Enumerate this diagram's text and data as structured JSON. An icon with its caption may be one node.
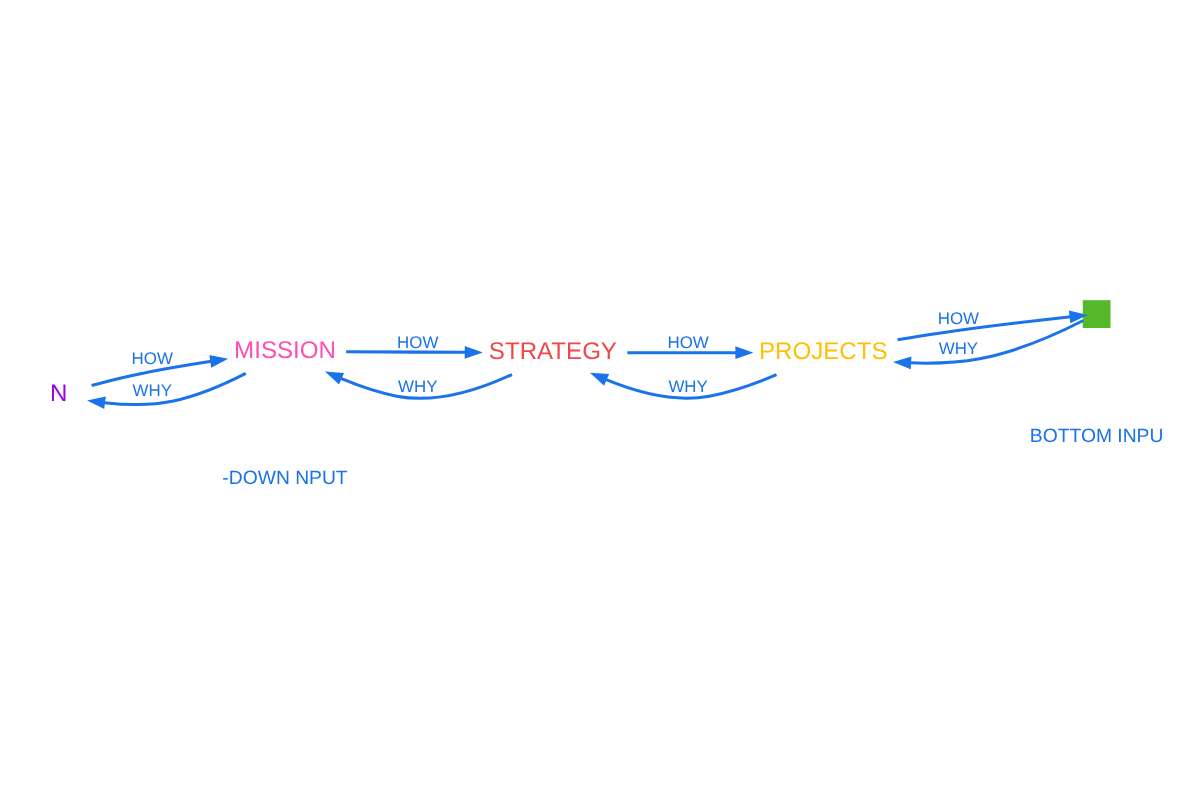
{
  "diagram": {
    "nodes": [
      {
        "text": [
          "N"
        ]
      },
      {
        "text": [
          "MISSION"
        ]
      },
      {
        "text": [
          "STRATEGY"
        ]
      },
      {
        "text": [
          "PROJECTS"
        ]
      },
      {
        "text": [],
        "shape": "box"
      }
    ],
    "edges": [
      {
        "from": 3,
        "to": 2,
        "arrow": "to",
        "label": "WHY"
      },
      {
        "from": 4,
        "to": 3,
        "arrow": "to",
        "label": "WHY"
      },
      {
        "from": 1,
        "to": 0,
        "arrow": "to",
        "label": "WHY"
      },
      {
        "from": 2,
        "to": 1,
        "arrow": "to",
        "label": "WHY"
      },
      {
        "from": 0,
        "to": 1,
        "arrow": "to",
        "label": "HOW"
      },
      {
        "from": 1,
        "to": 2,
        "arrow": "to",
        "label": "HOW"
      },
      {
        "from": 2,
        "to": 3,
        "arrow": "to",
        "label": "HOW"
      },
      {
        "from": 3,
        "to": 4,
        "arrow": "to",
        "label": "HOW"
      }
    ],
    "labels": [
      "-DOWN NPUT",
      "BOTTOM INPU"
    ]
  }
}
